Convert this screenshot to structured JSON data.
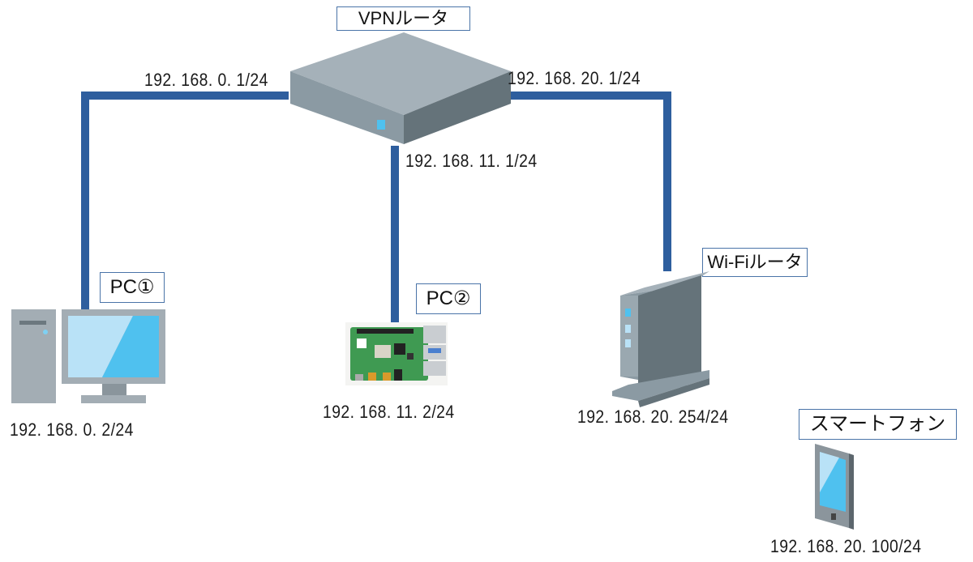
{
  "diagram": {
    "type": "network-topology",
    "nodes": {
      "vpn_router": {
        "label": "VPNルータ"
      },
      "pc1": {
        "label": "PC①",
        "ip": "192.168.0.2/24"
      },
      "pc2": {
        "label": "PC②",
        "ip": "192.168.11.2/24"
      },
      "wifi_router": {
        "label": "Wi-Fiルータ",
        "ip": "192.168.20.254/24"
      },
      "smartphone": {
        "label": "スマートフォン",
        "ip": "192.168.20.100/24"
      }
    },
    "interfaces": {
      "vpn_to_pc1": "192.168.0.1/24",
      "vpn_to_pc2": "192.168.11.1/24",
      "vpn_to_wifi": "192.168.20.1/24"
    },
    "display": {
      "pc1_ip": "192. 168. 0. 2/24",
      "pc2_ip": "192. 168. 11. 2/24",
      "wifi_ip": "192. 168. 20. 254/24",
      "phone_ip": "192. 168. 20. 100/24",
      "vpn_if_pc1": "192. 168. 0. 1/24",
      "vpn_if_pc2": "192. 168. 11. 1/24",
      "vpn_if_wifi": "192. 168. 20. 1/24"
    },
    "links": [
      {
        "from": "vpn_router",
        "to": "pc1"
      },
      {
        "from": "vpn_router",
        "to": "pc2"
      },
      {
        "from": "vpn_router",
        "to": "wifi_router"
      }
    ],
    "colors": {
      "link": "#2e5e9e",
      "device_gray": "#a3b0b8",
      "screen_blue": "#4fc1ef"
    }
  }
}
